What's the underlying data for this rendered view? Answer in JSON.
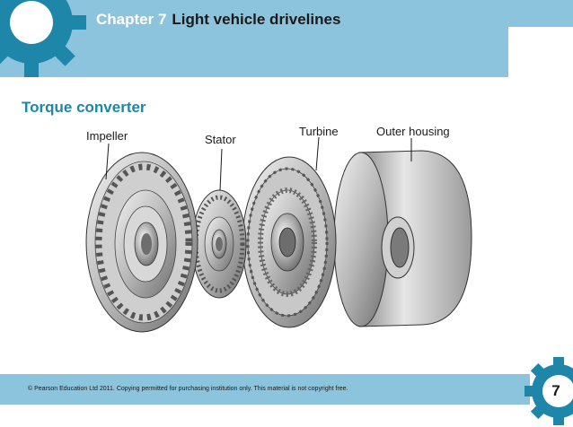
{
  "header": {
    "chapter_label": "Chapter 7",
    "chapter_name": "Light vehicle drivelines"
  },
  "slide": {
    "title": "Torque converter"
  },
  "figure": {
    "labels": {
      "impeller": "Impeller",
      "stator": "Stator",
      "turbine": "Turbine",
      "outer_housing": "Outer housing"
    }
  },
  "footer": {
    "copyright": "© Pearson Education Ltd 2011. Copying permitted for purchasing institution only. This material is not copyright free.",
    "page_number": "7"
  },
  "colors": {
    "band": "#8cc4dd",
    "gear": "#1e86a8",
    "title_accent": "#1e86a8"
  },
  "icons": {
    "top_left": "gear-icon",
    "bottom_right": "gear-icon"
  }
}
